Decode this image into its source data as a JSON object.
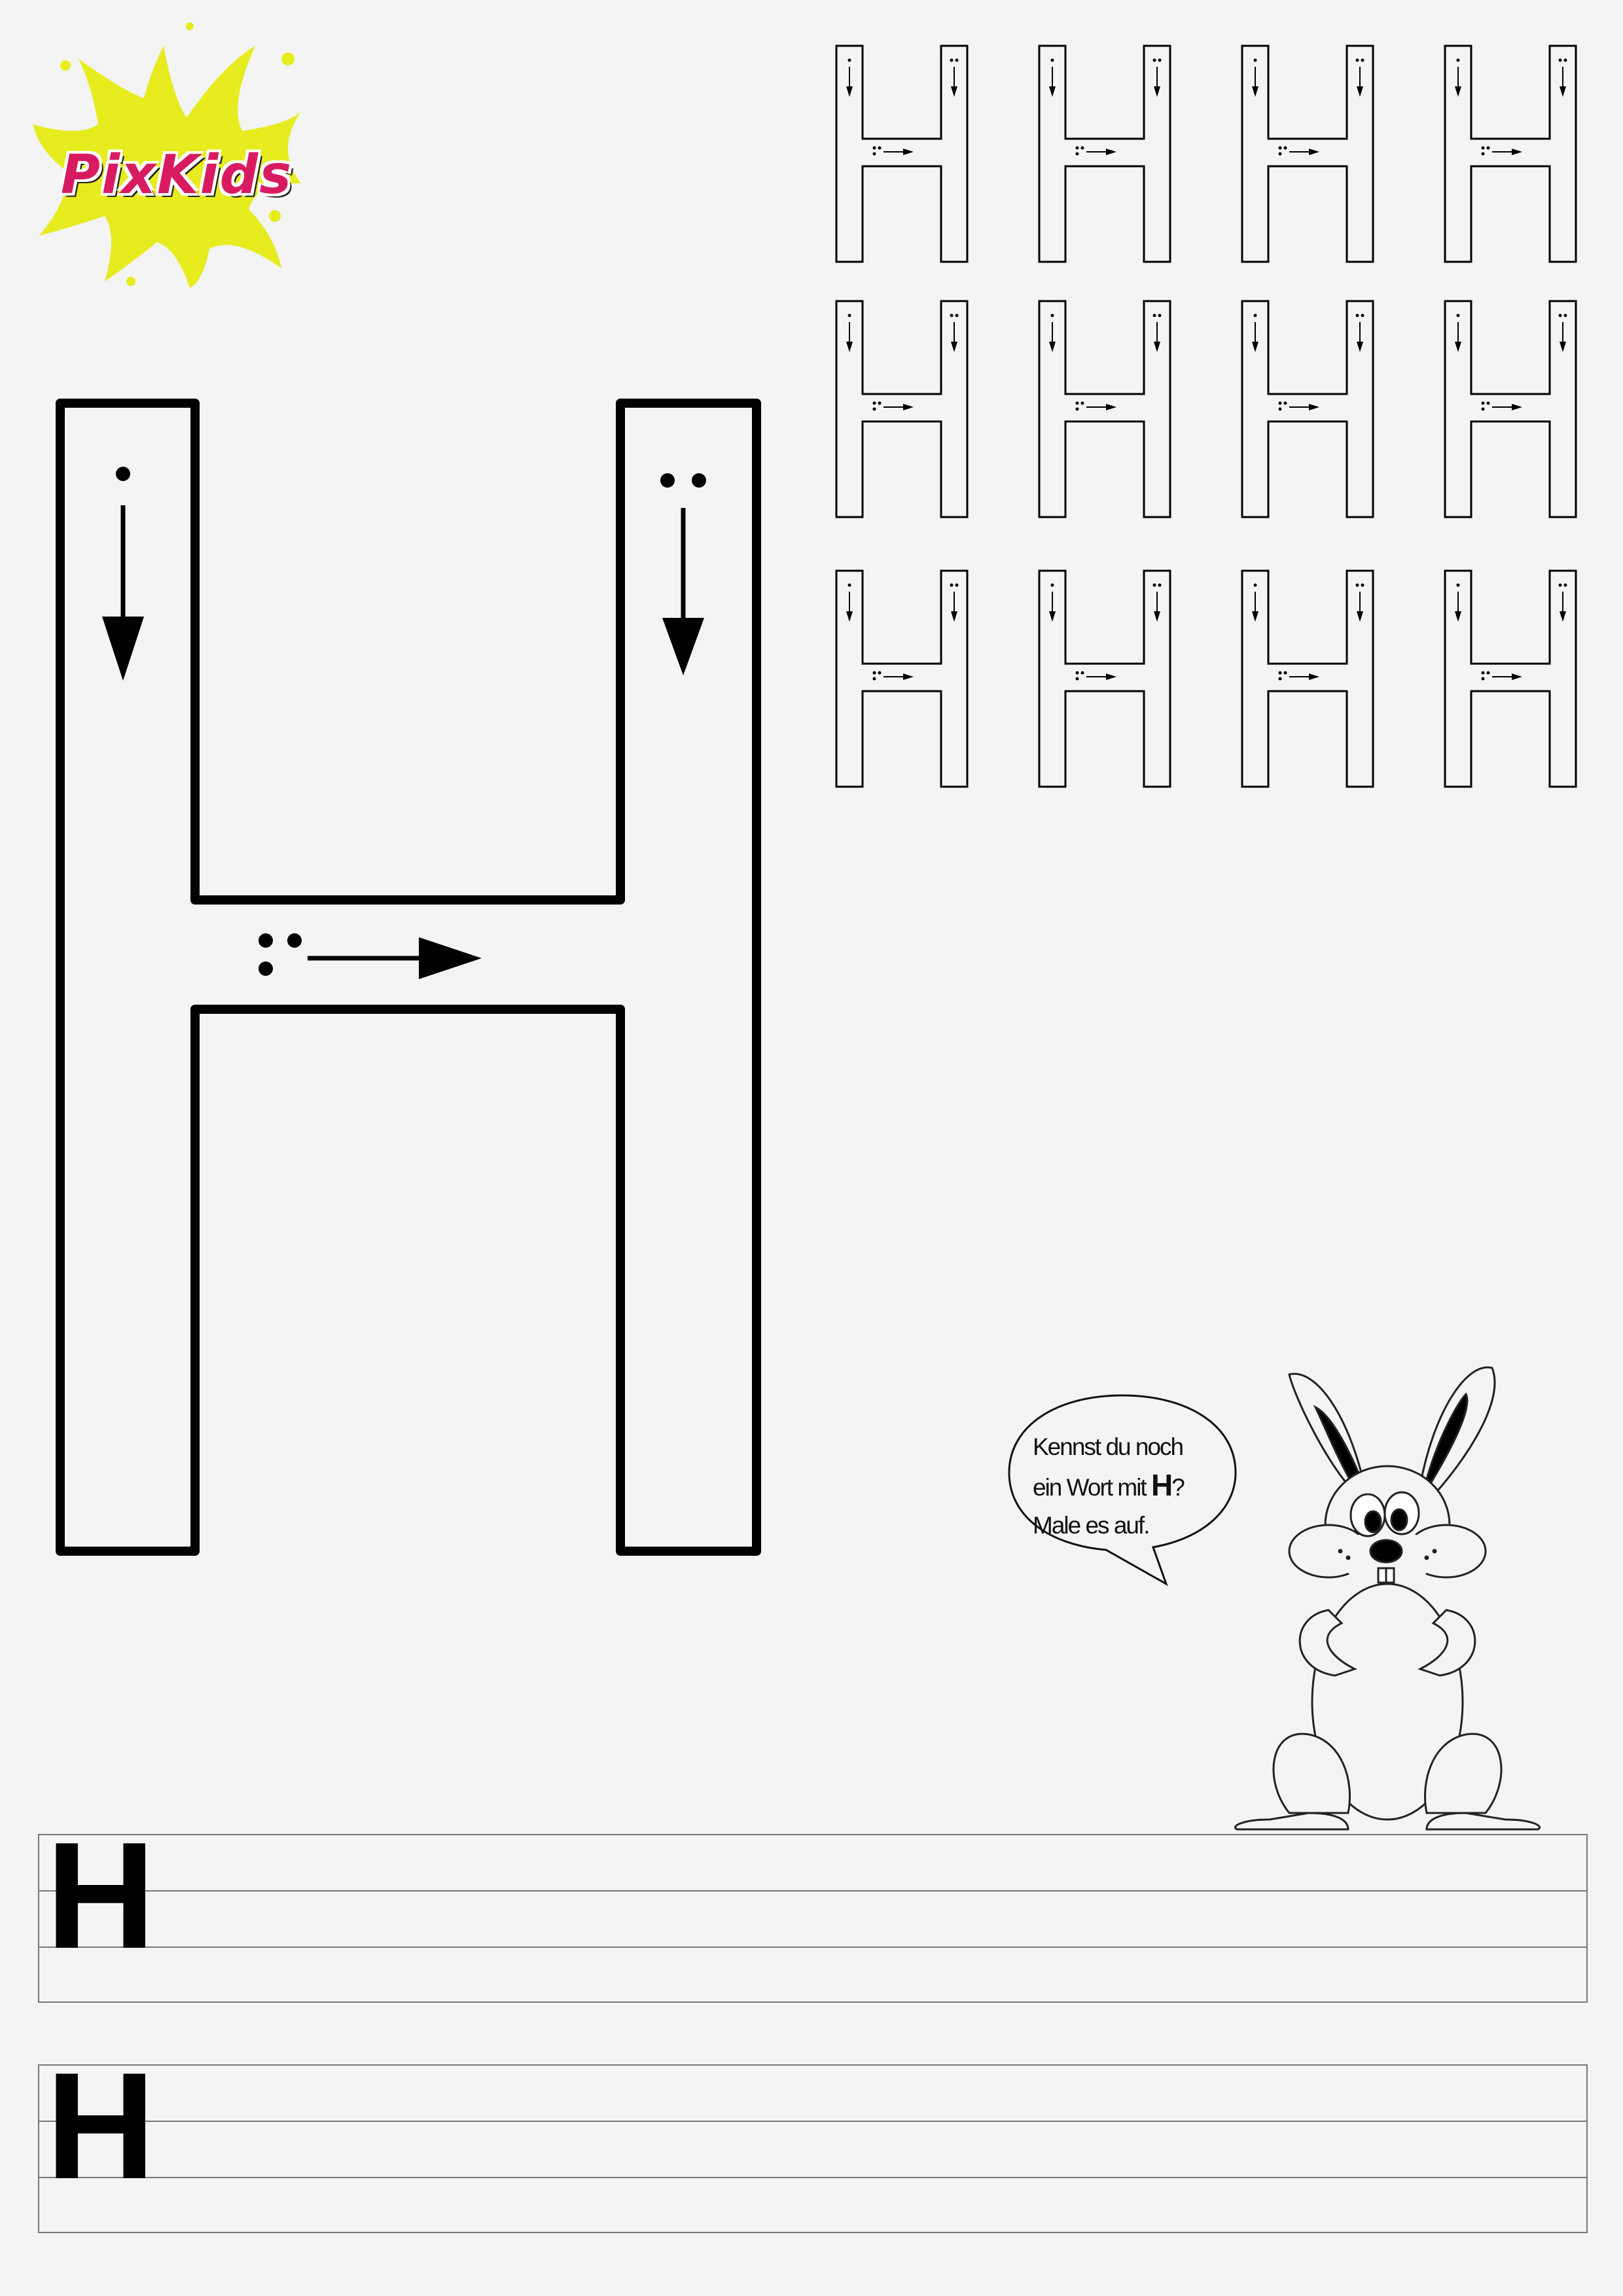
{
  "logo": {
    "text": "PixKids",
    "splash_color": "#e6ec1e",
    "text_color": "#d81b60"
  },
  "letter": {
    "glyph": "H"
  },
  "practice_grid": {
    "rows": 3,
    "cols": 4
  },
  "speech_bubble": {
    "line1": "Kennst du noch",
    "line2_prefix": "ein Wort mit ",
    "line2_letter": "H",
    "line2_suffix": "?",
    "line3": "Male es auf."
  },
  "writing_lines": [
    {
      "start_letter": "H"
    },
    {
      "start_letter": "H"
    }
  ]
}
